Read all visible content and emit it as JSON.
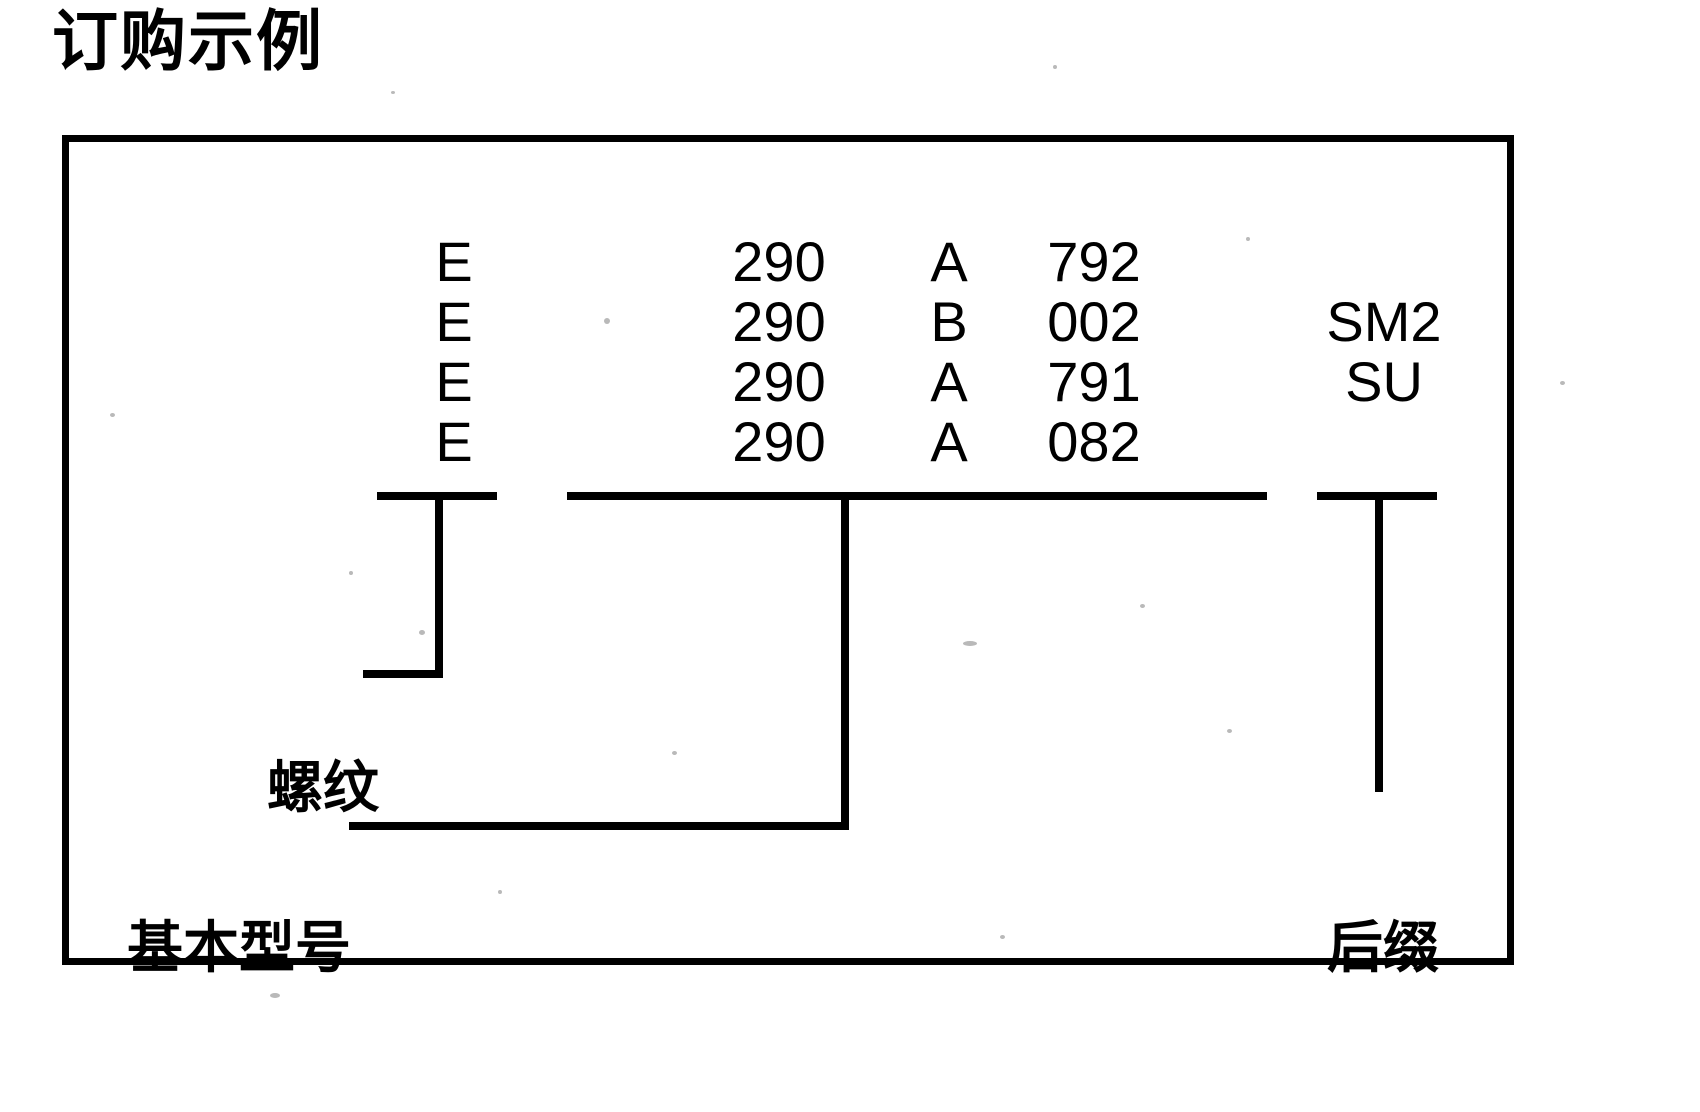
{
  "title": "订购示例",
  "diagram": {
    "columns": {
      "thread": "螺纹",
      "base_model": "基本型号",
      "suffix": "后缀"
    },
    "rows": [
      {
        "thread": "E",
        "series": "290",
        "letter": "A",
        "number": "792",
        "suffix": ""
      },
      {
        "thread": "E",
        "series": "290",
        "letter": "B",
        "number": "002",
        "suffix": "SM2"
      },
      {
        "thread": "E",
        "series": "290",
        "letter": "A",
        "number": "791",
        "suffix": "SU"
      },
      {
        "thread": "E",
        "series": "290",
        "letter": "A",
        "number": "082",
        "suffix": ""
      }
    ],
    "callouts": {
      "thread_label": "螺纹",
      "base_model_label": "基本型号",
      "suffix_label": "后缀"
    }
  },
  "colors": {
    "ink": "#000000",
    "paper": "#ffffff"
  }
}
